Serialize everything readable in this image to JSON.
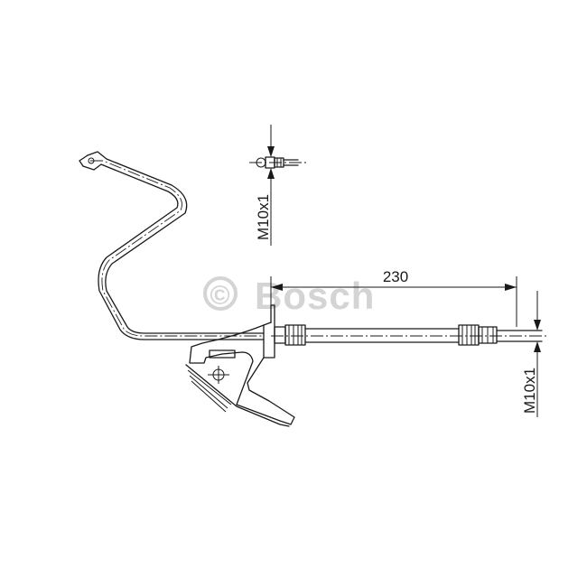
{
  "watermark": {
    "symbol": "©",
    "brand": "Bosch"
  },
  "dimensions": {
    "length": "230",
    "thread_top": "M10x1",
    "thread_right": "M10x1"
  }
}
